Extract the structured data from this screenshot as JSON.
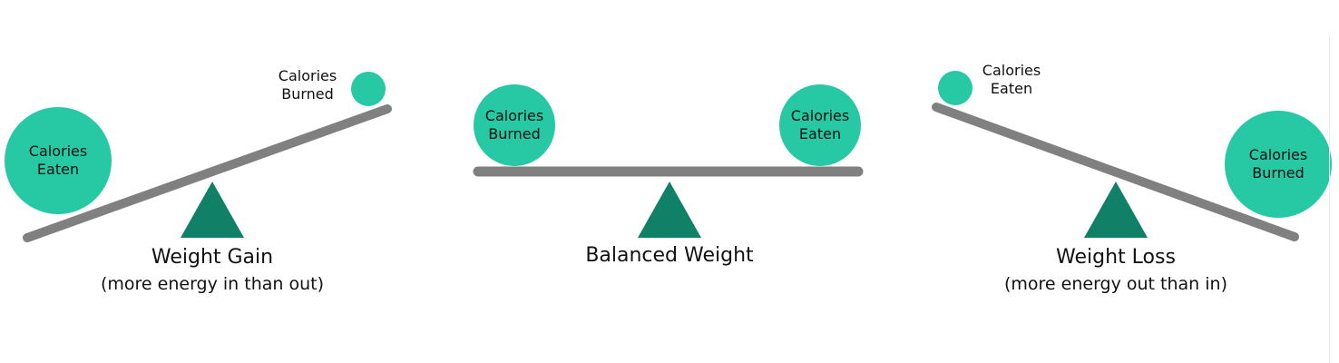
{
  "colors": {
    "ball": "#26c9a4",
    "fulcrum": "#108066",
    "beam": "#808080",
    "text": "#111111"
  },
  "panels": [
    {
      "id": "gain",
      "large_ball": {
        "line1": "Calories",
        "line2": "Eaten"
      },
      "small_ball": {
        "line1": "Calories",
        "line2": "Burned"
      },
      "title": "Weight Gain",
      "subtitle": "(more energy in than out)"
    },
    {
      "id": "balanced",
      "left_ball": {
        "line1": "Calories",
        "line2": "Burned"
      },
      "right_ball": {
        "line1": "Calories",
        "line2": "Eaten"
      },
      "title": "Balanced Weight"
    },
    {
      "id": "loss",
      "small_ball": {
        "line1": "Calories",
        "line2": "Eaten"
      },
      "large_ball": {
        "line1": "Calories",
        "line2": "Burned"
      },
      "title": "Weight Loss",
      "subtitle": "(more energy out than in)"
    }
  ]
}
